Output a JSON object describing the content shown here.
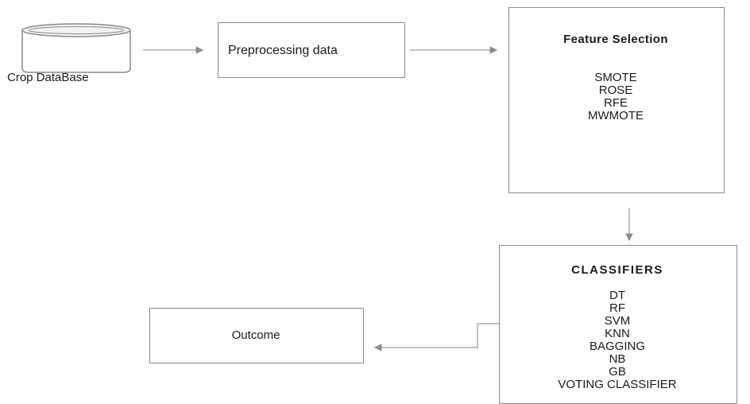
{
  "database": {
    "label": "Crop DataBase"
  },
  "preprocessing": {
    "label": "Preprocessing data"
  },
  "feature_selection": {
    "title": "Feature Selection",
    "items": [
      "SMOTE",
      "ROSE",
      "RFE",
      "MWMOTE"
    ]
  },
  "classifiers": {
    "title": "CLASSIFIERS",
    "items": [
      "DT",
      "RF",
      "SVM",
      "KNN",
      "BAGGING",
      "NB",
      "GB",
      "VOTING CLASSIFIER"
    ]
  },
  "outcome": {
    "label": "Outcome"
  },
  "colors": {
    "stroke": "#8a8a8a",
    "line": "#9a9a9a",
    "text": "#1a1a1a"
  }
}
